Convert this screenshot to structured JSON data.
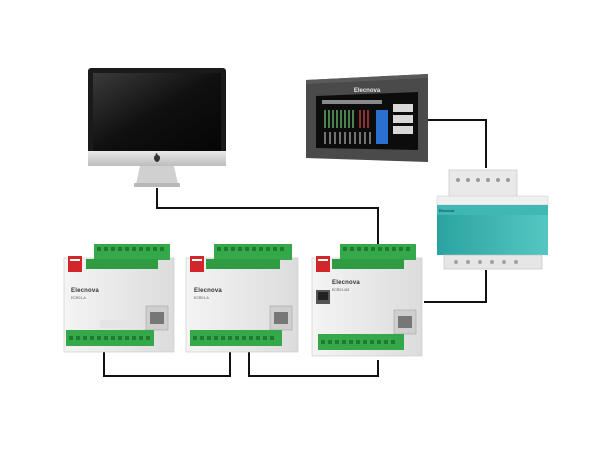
{
  "hmi": {
    "brand": "Elecnova"
  },
  "controllers": [
    {
      "brand": "Elecnova",
      "model": "ECR01-A"
    },
    {
      "brand": "Elecnova",
      "model": "ECR01-A"
    },
    {
      "brand": "Elecnova",
      "model": "ECR01-M2"
    }
  ],
  "power_supply": {
    "brand": "Elecnova"
  },
  "icons": {
    "computer": "imac-computer-icon",
    "hmi": "touch-panel-hmi-icon",
    "controller": "plc-controller-icon",
    "power_supply": "din-rail-power-supply-icon"
  },
  "colors": {
    "terminal_green": "#35a84a",
    "power_supply_teal": "#35b3b0",
    "cable": "#111111",
    "hmi_frame": "#4a4a4a",
    "badge_red": "#d2262a"
  }
}
